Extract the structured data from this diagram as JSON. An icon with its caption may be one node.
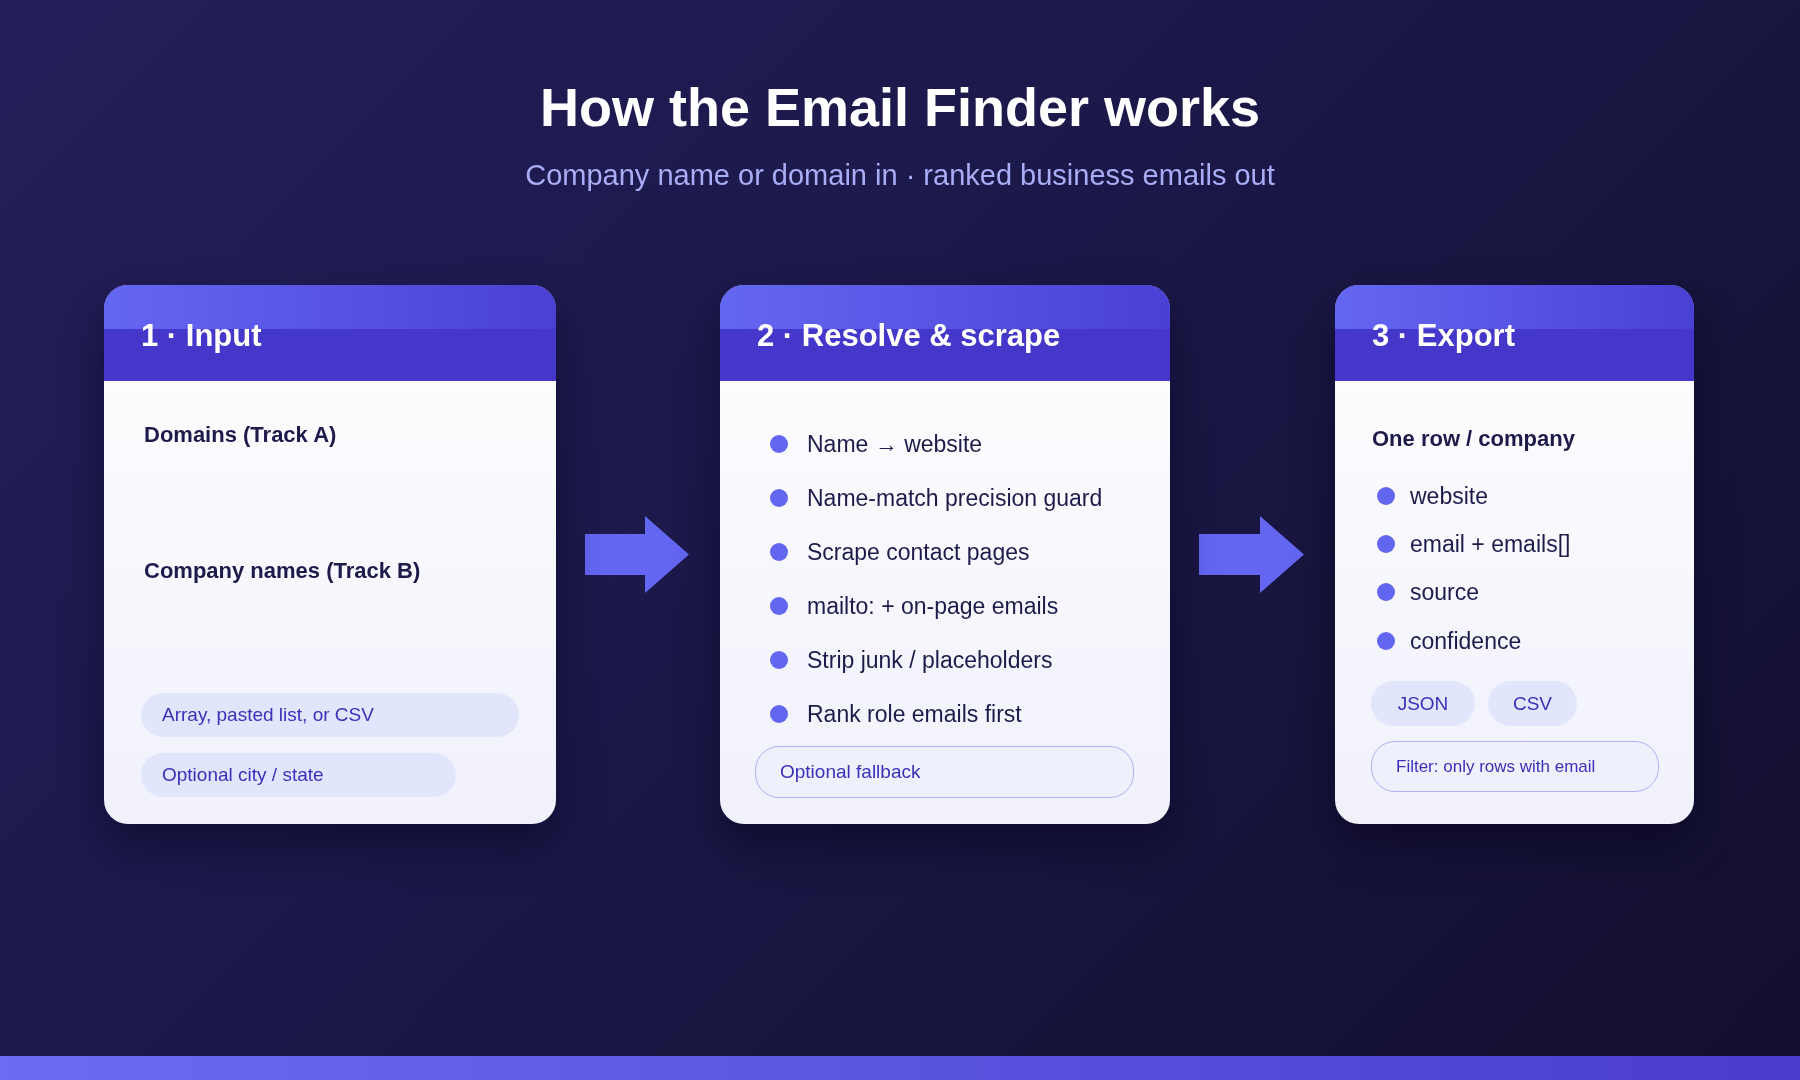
{
  "diagram": {
    "title": "How the Email Finder works",
    "nodes": [
      {
        "text": [
          "1 · Input",
          "Domains (Track A)",
          "Company names (Track B)"
        ]
      },
      {
        "text": [
          "Array, pasted list, or CSV"
        ],
        "in": 0
      },
      {
        "text": [
          "Optional city / state"
        ],
        "in": 0
      },
      {
        "text": [
          "2 · Resolve & scrape",
          "Name → website",
          "Name-match precision guard",
          "Scrape contact pages",
          "mailto: + on-page emails",
          "Strip junk / placeholders",
          "Rank role emails first"
        ]
      },
      {
        "text": [
          "Optional fallback"
        ],
        "in": 3
      },
      {
        "text": [
          "3 · Export",
          "One row / company",
          "website",
          "email + emails[]",
          "source",
          "confidence"
        ]
      },
      {
        "text": [
          "JSON"
        ],
        "in": 5
      },
      {
        "text": [
          "CSV"
        ],
        "in": 5
      },
      {
        "text": [
          "Filter: only rows with email"
        ],
        "in": 5
      }
    ],
    "edges": [
      {
        "from": 0,
        "to": 3,
        "arrow": "to"
      },
      {
        "from": 3,
        "to": 5,
        "arrow": "to"
      }
    ],
    "labels": [
      "Company name or domain in · ranked business emails out"
    ]
  }
}
